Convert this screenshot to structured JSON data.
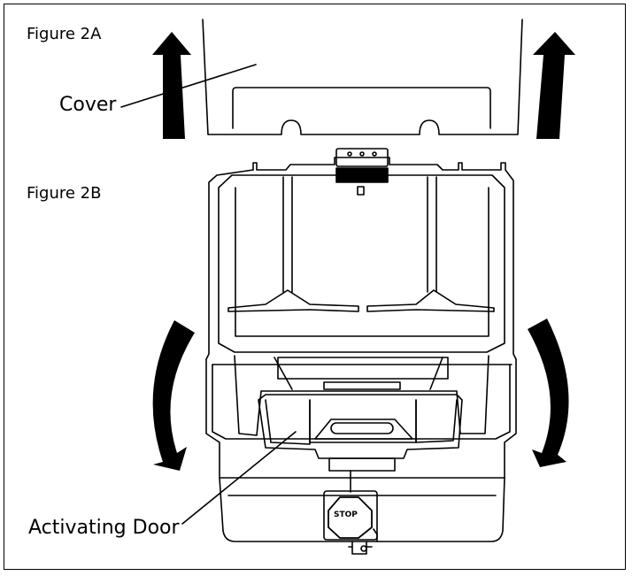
{
  "labels": {
    "figure_2a": "Figure 2A",
    "figure_2b": "Figure 2B",
    "cover": "Cover",
    "activating_door": "Activating Door",
    "stop_sign": "STOP"
  },
  "colors": {
    "ink": "#000000",
    "paper": "#ffffff"
  },
  "icons": {
    "up_arrows": "up-arrow-icon",
    "curved_arrows": "curved-arrow-icon",
    "stop_tag": "stop-sign-icon"
  }
}
